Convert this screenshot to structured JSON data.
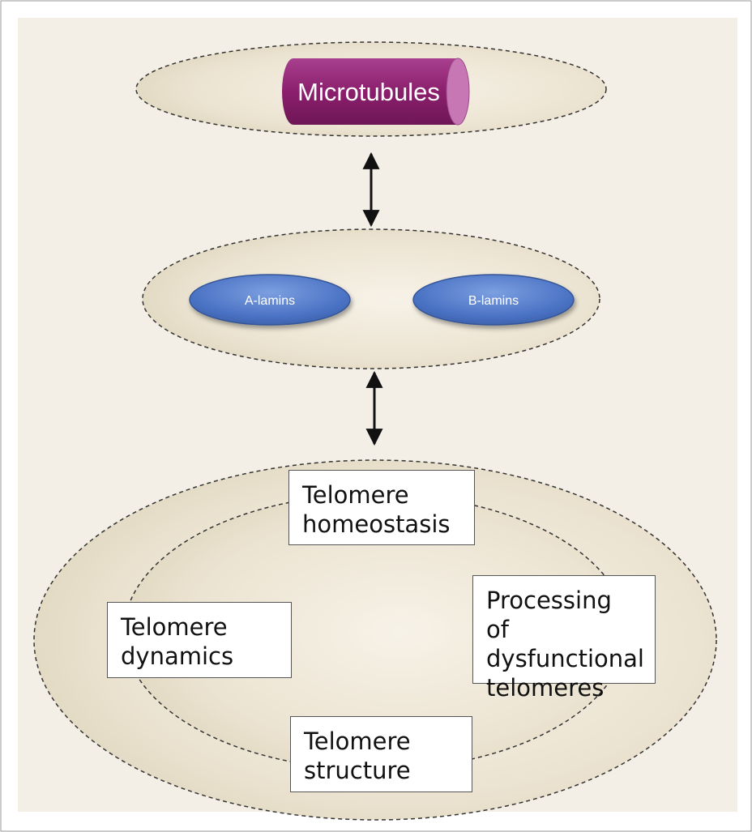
{
  "colors": {
    "background_fill": "#f4efe6",
    "microtubule_fill": "#8b1f6d",
    "microtubule_cap": "#c778b4",
    "lamin_fill": "#4a72c4",
    "ellipse_fill": "#e6dcc4"
  },
  "microtubules": {
    "label": "Microtubules"
  },
  "lamins": [
    {
      "label": "A-lamins"
    },
    {
      "label": "B-lamins"
    }
  ],
  "telomere_boxes": [
    {
      "label": "Telomere\nhomeostasis"
    },
    {
      "label": "Telomere\ndynamics"
    },
    {
      "label": "Processing of\ndysfunctional\ntelomeres"
    },
    {
      "label": "Telomere\nstructure"
    }
  ]
}
